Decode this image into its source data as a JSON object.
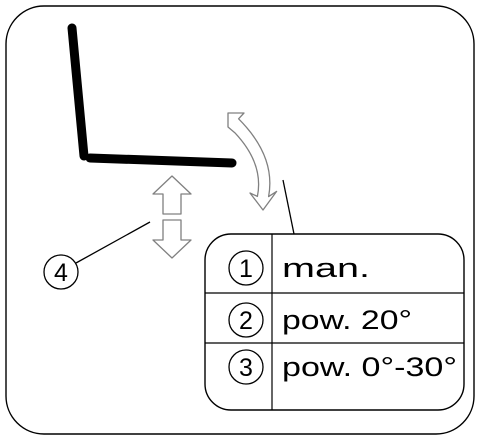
{
  "callout": {
    "number": "4"
  },
  "legend": {
    "rows": [
      {
        "number": "1",
        "text": "man."
      },
      {
        "number": "2",
        "text": "pow. 20°"
      },
      {
        "number": "3",
        "text": "pow. 0°-30°"
      }
    ]
  },
  "colors": {
    "stroke": "#000000",
    "outline_arrow": "#808080",
    "background": "#ffffff"
  },
  "icons": {
    "recline_arrow": "curved-double-arrow-icon",
    "height_arrow": "vertical-double-arrow-icon"
  }
}
